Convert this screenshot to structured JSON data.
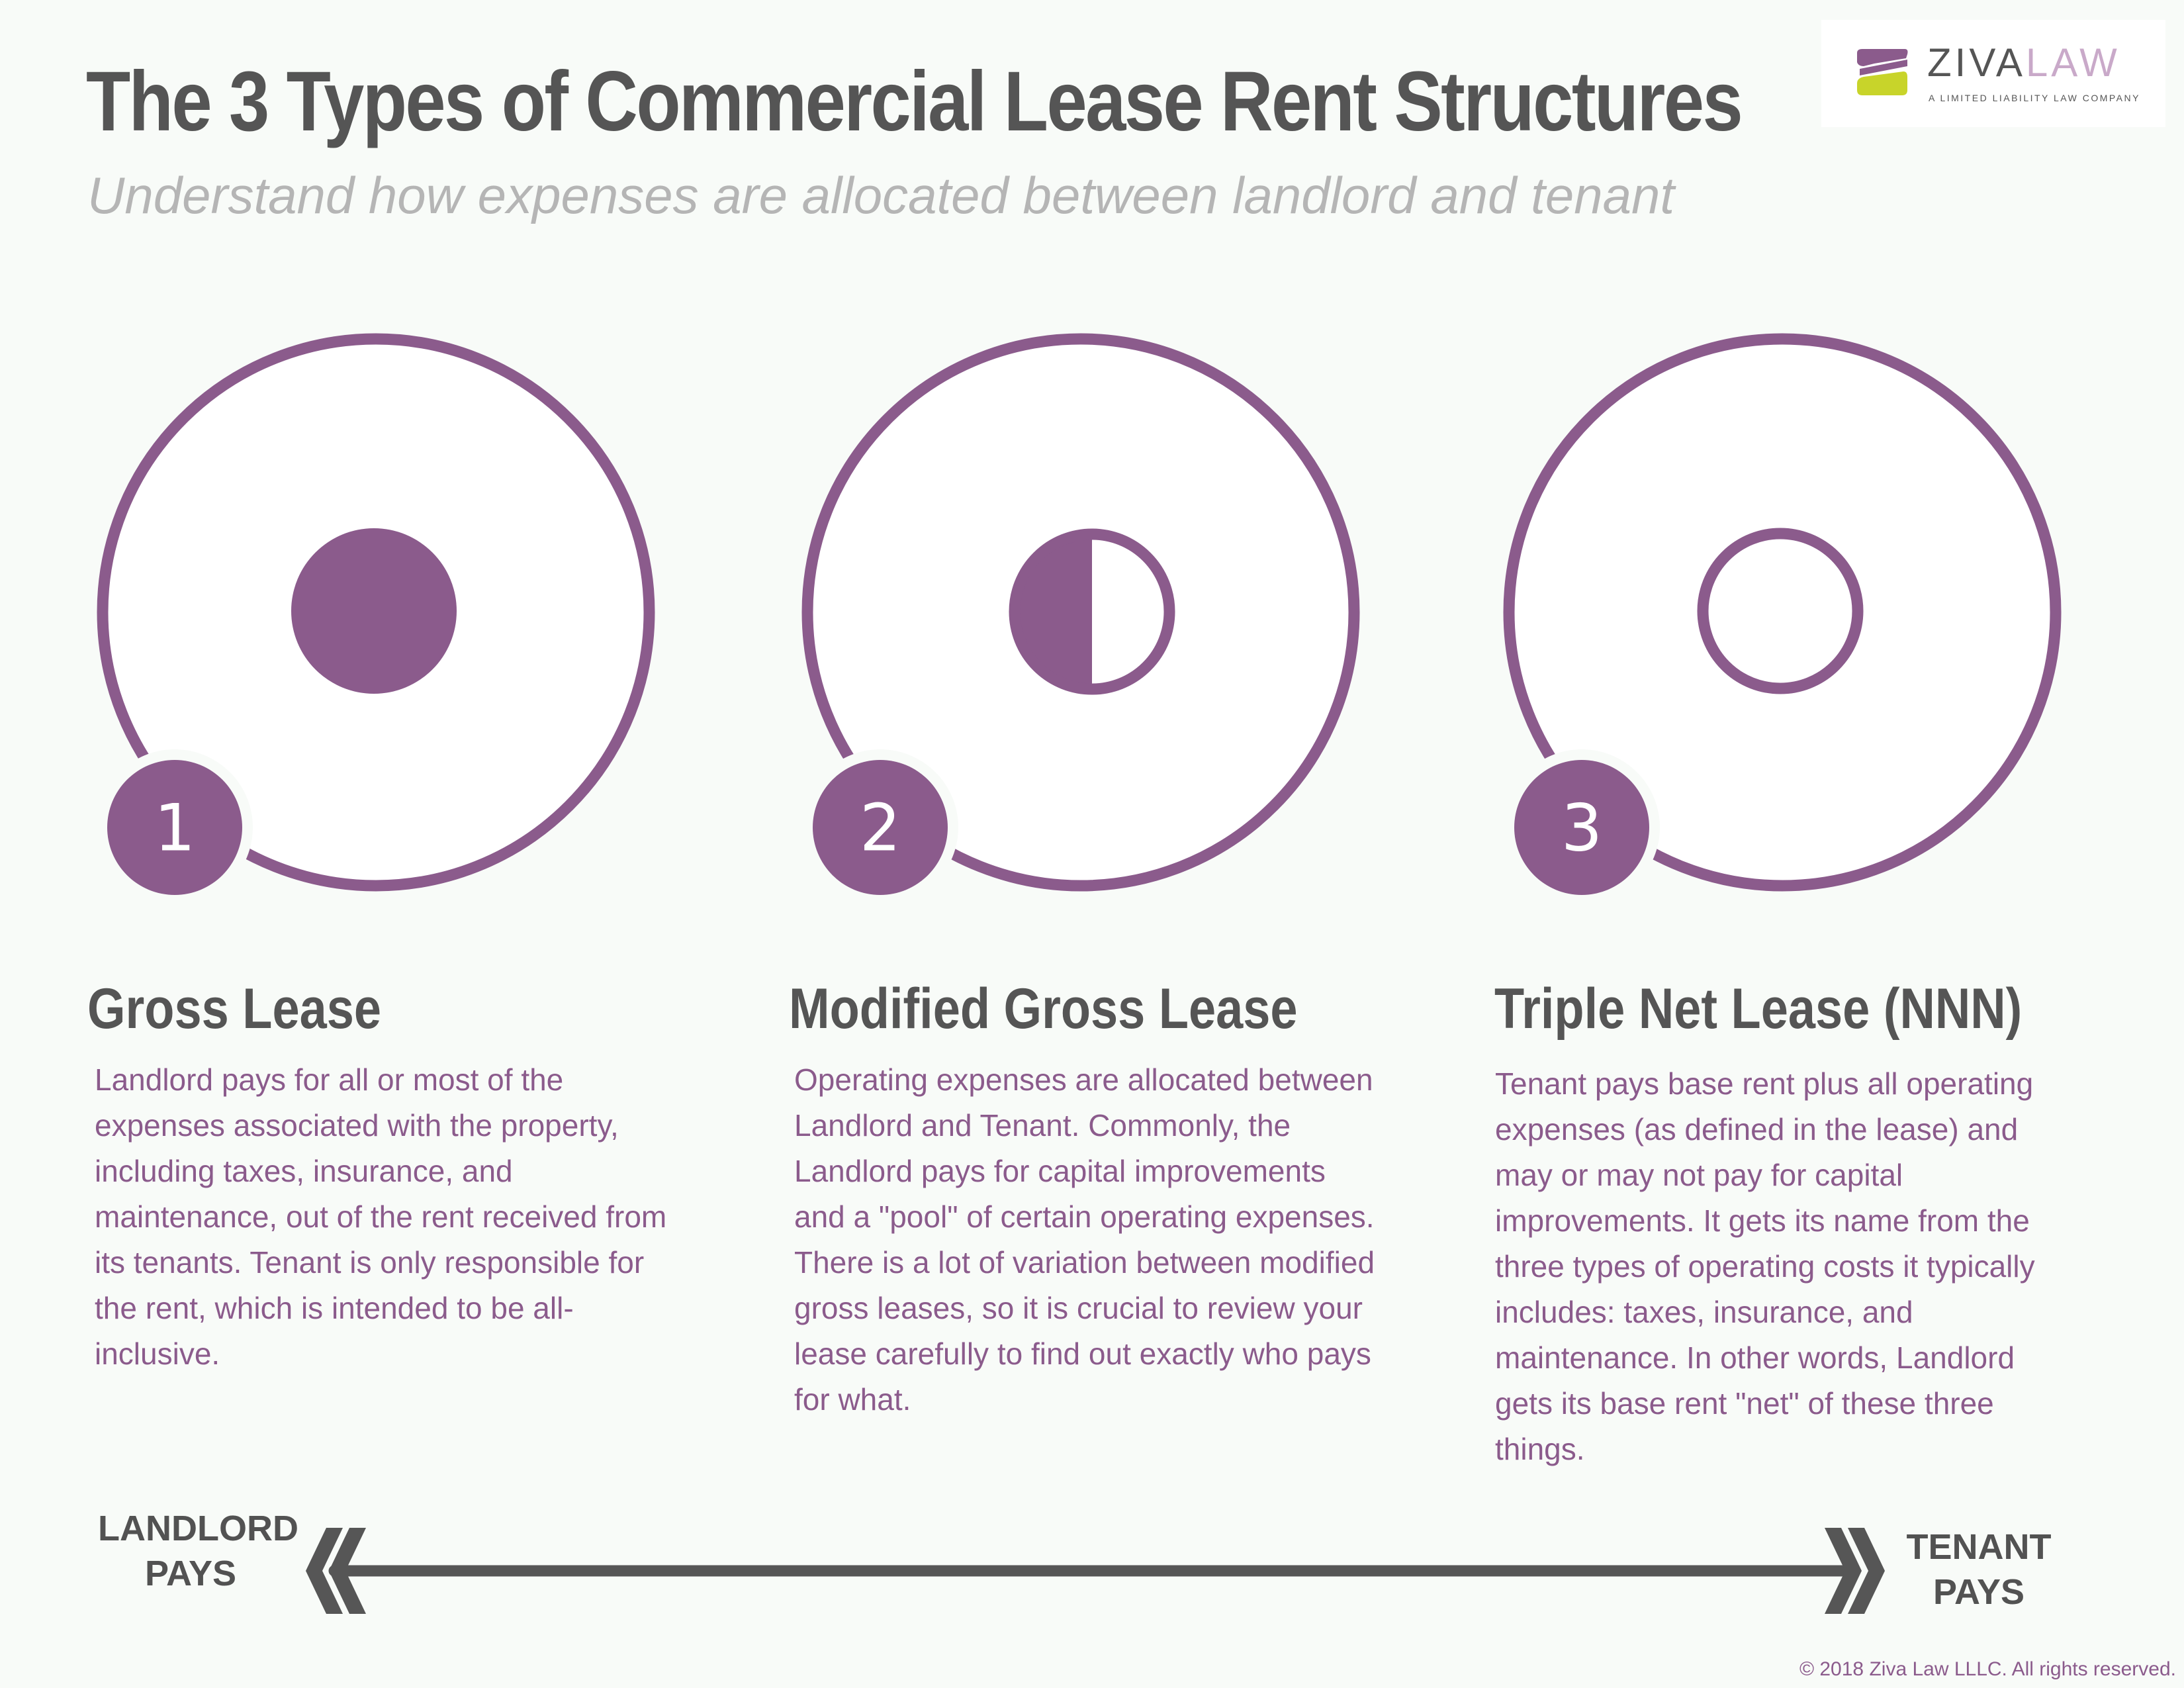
{
  "header": {
    "title": "The 3 Types of Commercial Lease Rent Structures",
    "subtitle": "Understand how expenses are allocated between landlord and tenant"
  },
  "logo": {
    "name_part1": "ZIVA",
    "name_part2": "LAW",
    "tagline": "A LIMITED LIABILITY LAW COMPANY"
  },
  "colors": {
    "accent": "#8b5b8c",
    "heading": "#555555",
    "subtitle": "#b5b5b5",
    "background": "#f8fbf8",
    "logo_green": "#c8d42a"
  },
  "leases": [
    {
      "number": "1",
      "title": "Gross Lease",
      "icon": "full-circle-icon",
      "tenant_share": 0,
      "description": "Landlord pays for all or most of the expenses associated with the property, including taxes, insurance, and maintenance, out of the rent received from its tenants. Tenant is only responsible for the rent, which is intended to be all-inclusive."
    },
    {
      "number": "2",
      "title": "Modified Gross Lease",
      "icon": "half-circle-icon",
      "tenant_share": 0.5,
      "description": "Operating expenses are allocated between Landlord and Tenant. Commonly, the Landlord pays for capital improvements and a \"pool\" of certain operating expenses. There is a lot of variation between modified gross leases, so it is crucial to review your lease carefully to find out exactly who pays for what."
    },
    {
      "number": "3",
      "title": "Triple Net Lease (NNN)",
      "icon": "empty-circle-icon",
      "tenant_share": 1,
      "description": "Tenant pays base rent plus all operating expenses (as defined in the lease) and may or may not pay for capital improvements. It gets its name from the three types of operating costs it typically includes: taxes, insurance, and maintenance. In other words, Landlord gets its base rent \"net\" of these three things."
    }
  ],
  "axis": {
    "left_line1": "LANDLORD",
    "left_line2": "PAYS",
    "right_line1": "TENANT",
    "right_line2": "PAYS"
  },
  "footer": {
    "copyright": "© 2018 Ziva Law LLLC. All rights reserved."
  }
}
